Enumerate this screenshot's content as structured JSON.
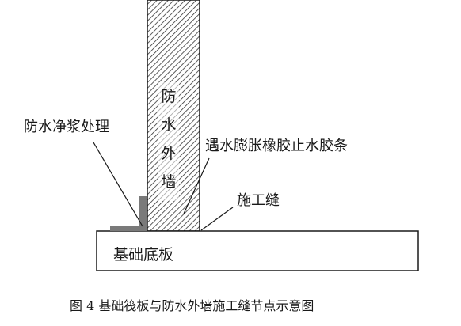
{
  "title": "",
  "labels": {
    "waterproof_slurry": "防水净浆处理",
    "water_swelling_strip": "遇水膨胀橡胶止水胶条",
    "construction_joint": "施工缝",
    "foundation_slab": "基础底板",
    "wall_text": [
      "防",
      "水",
      "外",
      "墙"
    ]
  },
  "caption": "图 4 基础筏板与防水外墙施工缝节点示意图",
  "colors": {
    "line": "#1a1a1a",
    "hatch": "#333333",
    "slurry": "#7a7a7a",
    "background": "#ffffff"
  }
}
